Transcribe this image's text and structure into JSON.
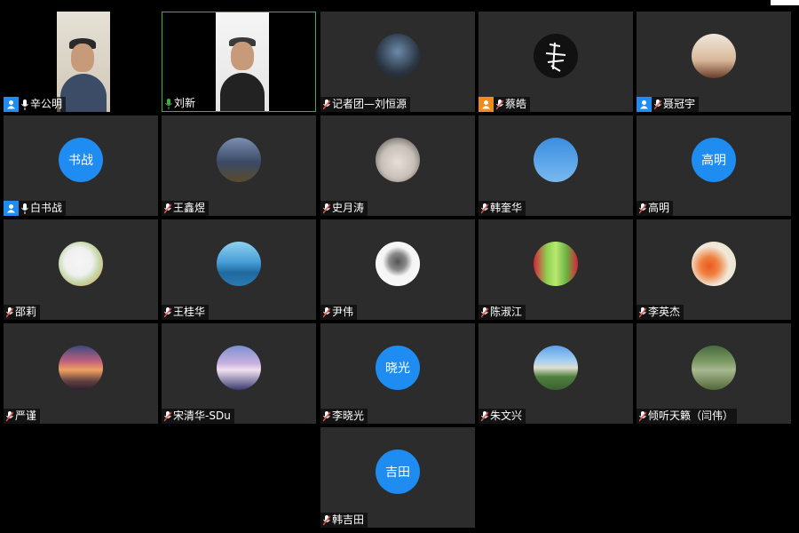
{
  "colors": {
    "tile_bg": "#2c2c2c",
    "avatar_blue": "#1e8cf0",
    "active_border": "#3fae49",
    "muted_red": "#d9534f",
    "host_badge": "#1e8cf0",
    "cohost_badge": "#f08c1e"
  },
  "participants": [
    {
      "name": "辛公明",
      "role": "host",
      "mic": "on"
    },
    {
      "name": "刘新",
      "role": "none",
      "mic": "speaking"
    },
    {
      "name": "记者团—刘恒源",
      "role": "none",
      "mic": "muted"
    },
    {
      "name": "蔡皓",
      "role": "cohost",
      "mic": "muted"
    },
    {
      "name": "聂冠宇",
      "role": "host",
      "mic": "muted"
    },
    {
      "name": "白书战",
      "role": "host",
      "mic": "on",
      "avatar_text": "书战"
    },
    {
      "name": "王鑫煜",
      "role": "none",
      "mic": "muted"
    },
    {
      "name": "史月涛",
      "role": "none",
      "mic": "muted"
    },
    {
      "name": "韩奎华",
      "role": "none",
      "mic": "muted"
    },
    {
      "name": "高明",
      "role": "none",
      "mic": "muted",
      "avatar_text": "高明"
    },
    {
      "name": "邵莉",
      "role": "none",
      "mic": "muted"
    },
    {
      "name": "王桂华",
      "role": "none",
      "mic": "muted"
    },
    {
      "name": "尹伟",
      "role": "none",
      "mic": "muted"
    },
    {
      "name": "陈淑江",
      "role": "none",
      "mic": "muted"
    },
    {
      "name": "李英杰",
      "role": "none",
      "mic": "muted"
    },
    {
      "name": "严谨",
      "role": "none",
      "mic": "muted"
    },
    {
      "name": "宋清华-SDu",
      "role": "none",
      "mic": "muted"
    },
    {
      "name": "李晓光",
      "role": "none",
      "mic": "muted",
      "avatar_text": "晓光"
    },
    {
      "name": "朱文兴",
      "role": "none",
      "mic": "muted"
    },
    {
      "name": "倾听天籁（闫伟）",
      "role": "none",
      "mic": "muted"
    },
    {
      "name": "韩吉田",
      "role": "none",
      "mic": "muted",
      "avatar_text": "吉田"
    }
  ]
}
